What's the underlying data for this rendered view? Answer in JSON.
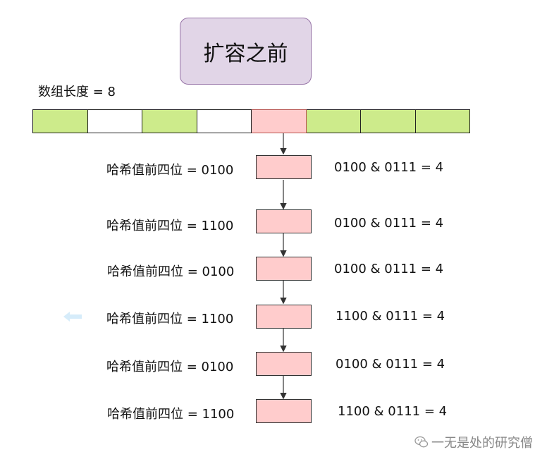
{
  "title": "扩容之前",
  "array": {
    "label": "数组长度 = 8",
    "cells": [
      "filled",
      "empty",
      "filled",
      "empty",
      "target",
      "filled",
      "filled",
      "filled"
    ]
  },
  "chain": [
    {
      "label": "哈希值前四位 = 0100",
      "calc": "0100 & 0111 = 4"
    },
    {
      "label": "哈希值前四位 = 1100",
      "calc": "0100 & 0111 = 4"
    },
    {
      "label": "哈希值前四位 = 0100",
      "calc": "0100 & 0111 = 4"
    },
    {
      "label": "哈希值前四位 = 1100",
      "calc": "1100 & 0111 = 4"
    },
    {
      "label": "哈希值前四位 = 0100",
      "calc": "0100 & 0111 = 4"
    },
    {
      "label": "哈希值前四位 = 1100",
      "calc": "1100 & 0111 = 4"
    }
  ],
  "colors": {
    "title_fill": "#e1d5e7",
    "filled_cell": "#cdeb8b",
    "target_cell": "#ffcccc"
  },
  "watermark": {
    "text": "一无是处的研究僧",
    "icon": "wechat-icon"
  }
}
